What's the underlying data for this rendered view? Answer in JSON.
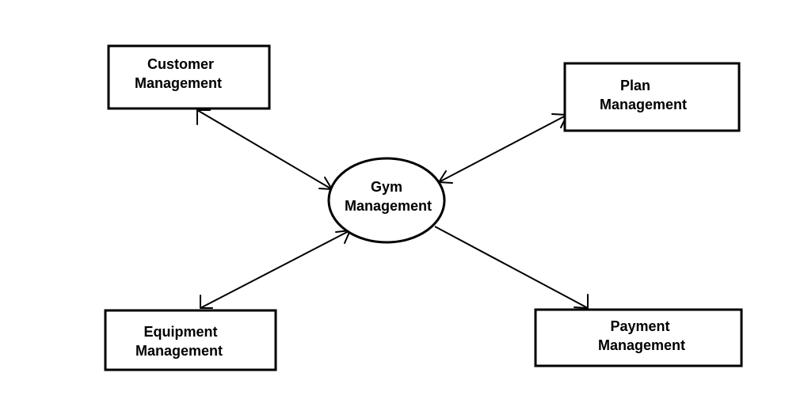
{
  "diagram": {
    "center": {
      "line1": "Gym",
      "line2": "Management"
    },
    "customer": {
      "line1": "Customer",
      "line2": "Management"
    },
    "plan": {
      "line1": "Plan",
      "line2": "Management"
    },
    "equipment": {
      "line1": "Equipment",
      "line2": "Management"
    },
    "payment": {
      "line1": "Payment",
      "line2": "Management"
    }
  },
  "connections": [
    {
      "from": "customer",
      "to": "center",
      "direction": "both"
    },
    {
      "from": "plan",
      "to": "center",
      "direction": "both"
    },
    {
      "from": "equipment",
      "to": "center",
      "direction": "both"
    },
    {
      "from": "center",
      "to": "payment",
      "direction": "forward"
    }
  ]
}
